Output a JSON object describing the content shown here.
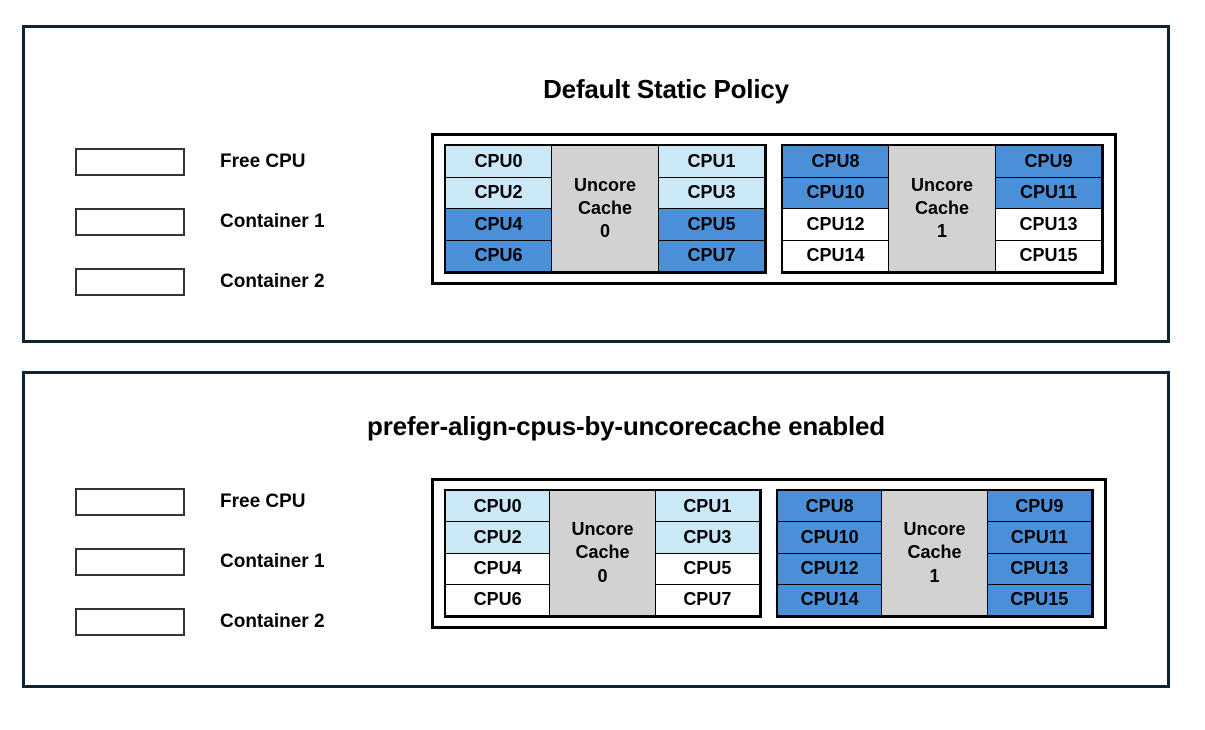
{
  "colors": {
    "frame": "#0d2433",
    "free_cpu": "#FFFFFF",
    "container_1": "#CBE8F7",
    "container_2": "#4A90D9",
    "uncore_cache": "#D2D2D2",
    "cell_border": "#000000"
  },
  "panels": [
    {
      "title": "Default Static Policy",
      "legend": [
        {
          "label": "Free CPU",
          "state": "free"
        },
        {
          "label": "Container 1",
          "state": "c1"
        },
        {
          "label": "Container 2",
          "state": "c2"
        }
      ],
      "groups": [
        {
          "cache_label_line1": "Uncore",
          "cache_label_line2": "Cache",
          "cache_label_line3": "0",
          "left_column": [
            {
              "label": "CPU0",
              "state": "c1"
            },
            {
              "label": "CPU2",
              "state": "c1"
            },
            {
              "label": "CPU4",
              "state": "c2"
            },
            {
              "label": "CPU6",
              "state": "c2"
            }
          ],
          "right_column": [
            {
              "label": "CPU1",
              "state": "c1"
            },
            {
              "label": "CPU3",
              "state": "c1"
            },
            {
              "label": "CPU5",
              "state": "c2"
            },
            {
              "label": "CPU7",
              "state": "c2"
            }
          ]
        },
        {
          "cache_label_line1": "Uncore",
          "cache_label_line2": "Cache",
          "cache_label_line3": "1",
          "left_column": [
            {
              "label": "CPU8",
              "state": "c2"
            },
            {
              "label": "CPU10",
              "state": "c2"
            },
            {
              "label": "CPU12",
              "state": "free"
            },
            {
              "label": "CPU14",
              "state": "free"
            }
          ],
          "right_column": [
            {
              "label": "CPU9",
              "state": "c2"
            },
            {
              "label": "CPU11",
              "state": "c2"
            },
            {
              "label": "CPU13",
              "state": "free"
            },
            {
              "label": "CPU15",
              "state": "free"
            }
          ]
        }
      ]
    },
    {
      "title": "prefer-align-cpus-by-uncorecache enabled",
      "legend": [
        {
          "label": "Free CPU",
          "state": "free"
        },
        {
          "label": "Container 1",
          "state": "c1"
        },
        {
          "label": "Container 2",
          "state": "c2"
        }
      ],
      "groups": [
        {
          "cache_label_line1": "Uncore",
          "cache_label_line2": "Cache",
          "cache_label_line3": "0",
          "left_column": [
            {
              "label": "CPU0",
              "state": "c1"
            },
            {
              "label": "CPU2",
              "state": "c1"
            },
            {
              "label": "CPU4",
              "state": "free"
            },
            {
              "label": "CPU6",
              "state": "free"
            }
          ],
          "right_column": [
            {
              "label": "CPU1",
              "state": "c1"
            },
            {
              "label": "CPU3",
              "state": "c1"
            },
            {
              "label": "CPU5",
              "state": "free"
            },
            {
              "label": "CPU7",
              "state": "free"
            }
          ]
        },
        {
          "cache_label_line1": "Uncore",
          "cache_label_line2": "Cache",
          "cache_label_line3": "1",
          "left_column": [
            {
              "label": "CPU8",
              "state": "c2"
            },
            {
              "label": "CPU10",
              "state": "c2"
            },
            {
              "label": "CPU12",
              "state": "c2"
            },
            {
              "label": "CPU14",
              "state": "c2"
            }
          ],
          "right_column": [
            {
              "label": "CPU9",
              "state": "c2"
            },
            {
              "label": "CPU11",
              "state": "c2"
            },
            {
              "label": "CPU13",
              "state": "c2"
            },
            {
              "label": "CPU15",
              "state": "c2"
            }
          ]
        }
      ]
    }
  ]
}
